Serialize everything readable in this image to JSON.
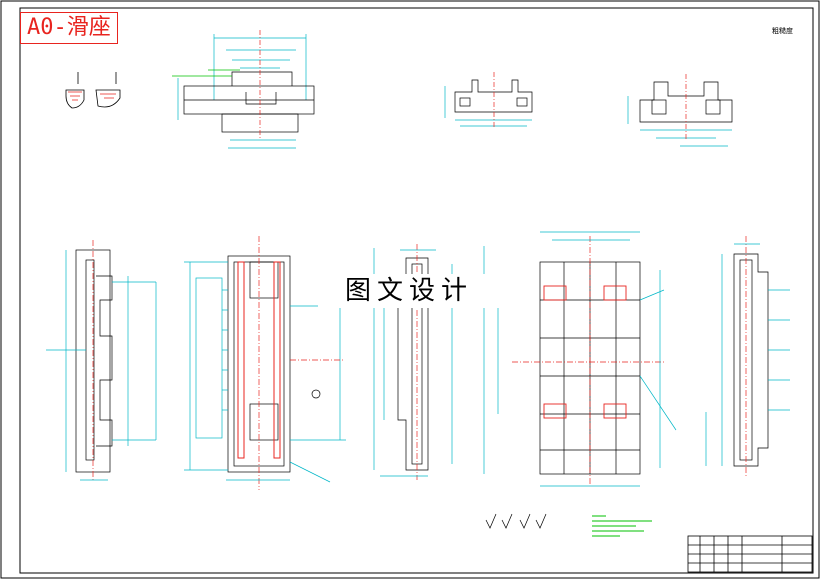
{
  "drawing": {
    "title": "A0-滑座",
    "watermark": "图文设计",
    "corner_note": "粗糙度"
  },
  "colors": {
    "paper": "#ffffff",
    "frame": "#000000",
    "outline": "#000000",
    "dimension": "#00b7c7",
    "centerline": "#e8241f",
    "leader": "#00c000",
    "title_red": "#e8241f"
  }
}
